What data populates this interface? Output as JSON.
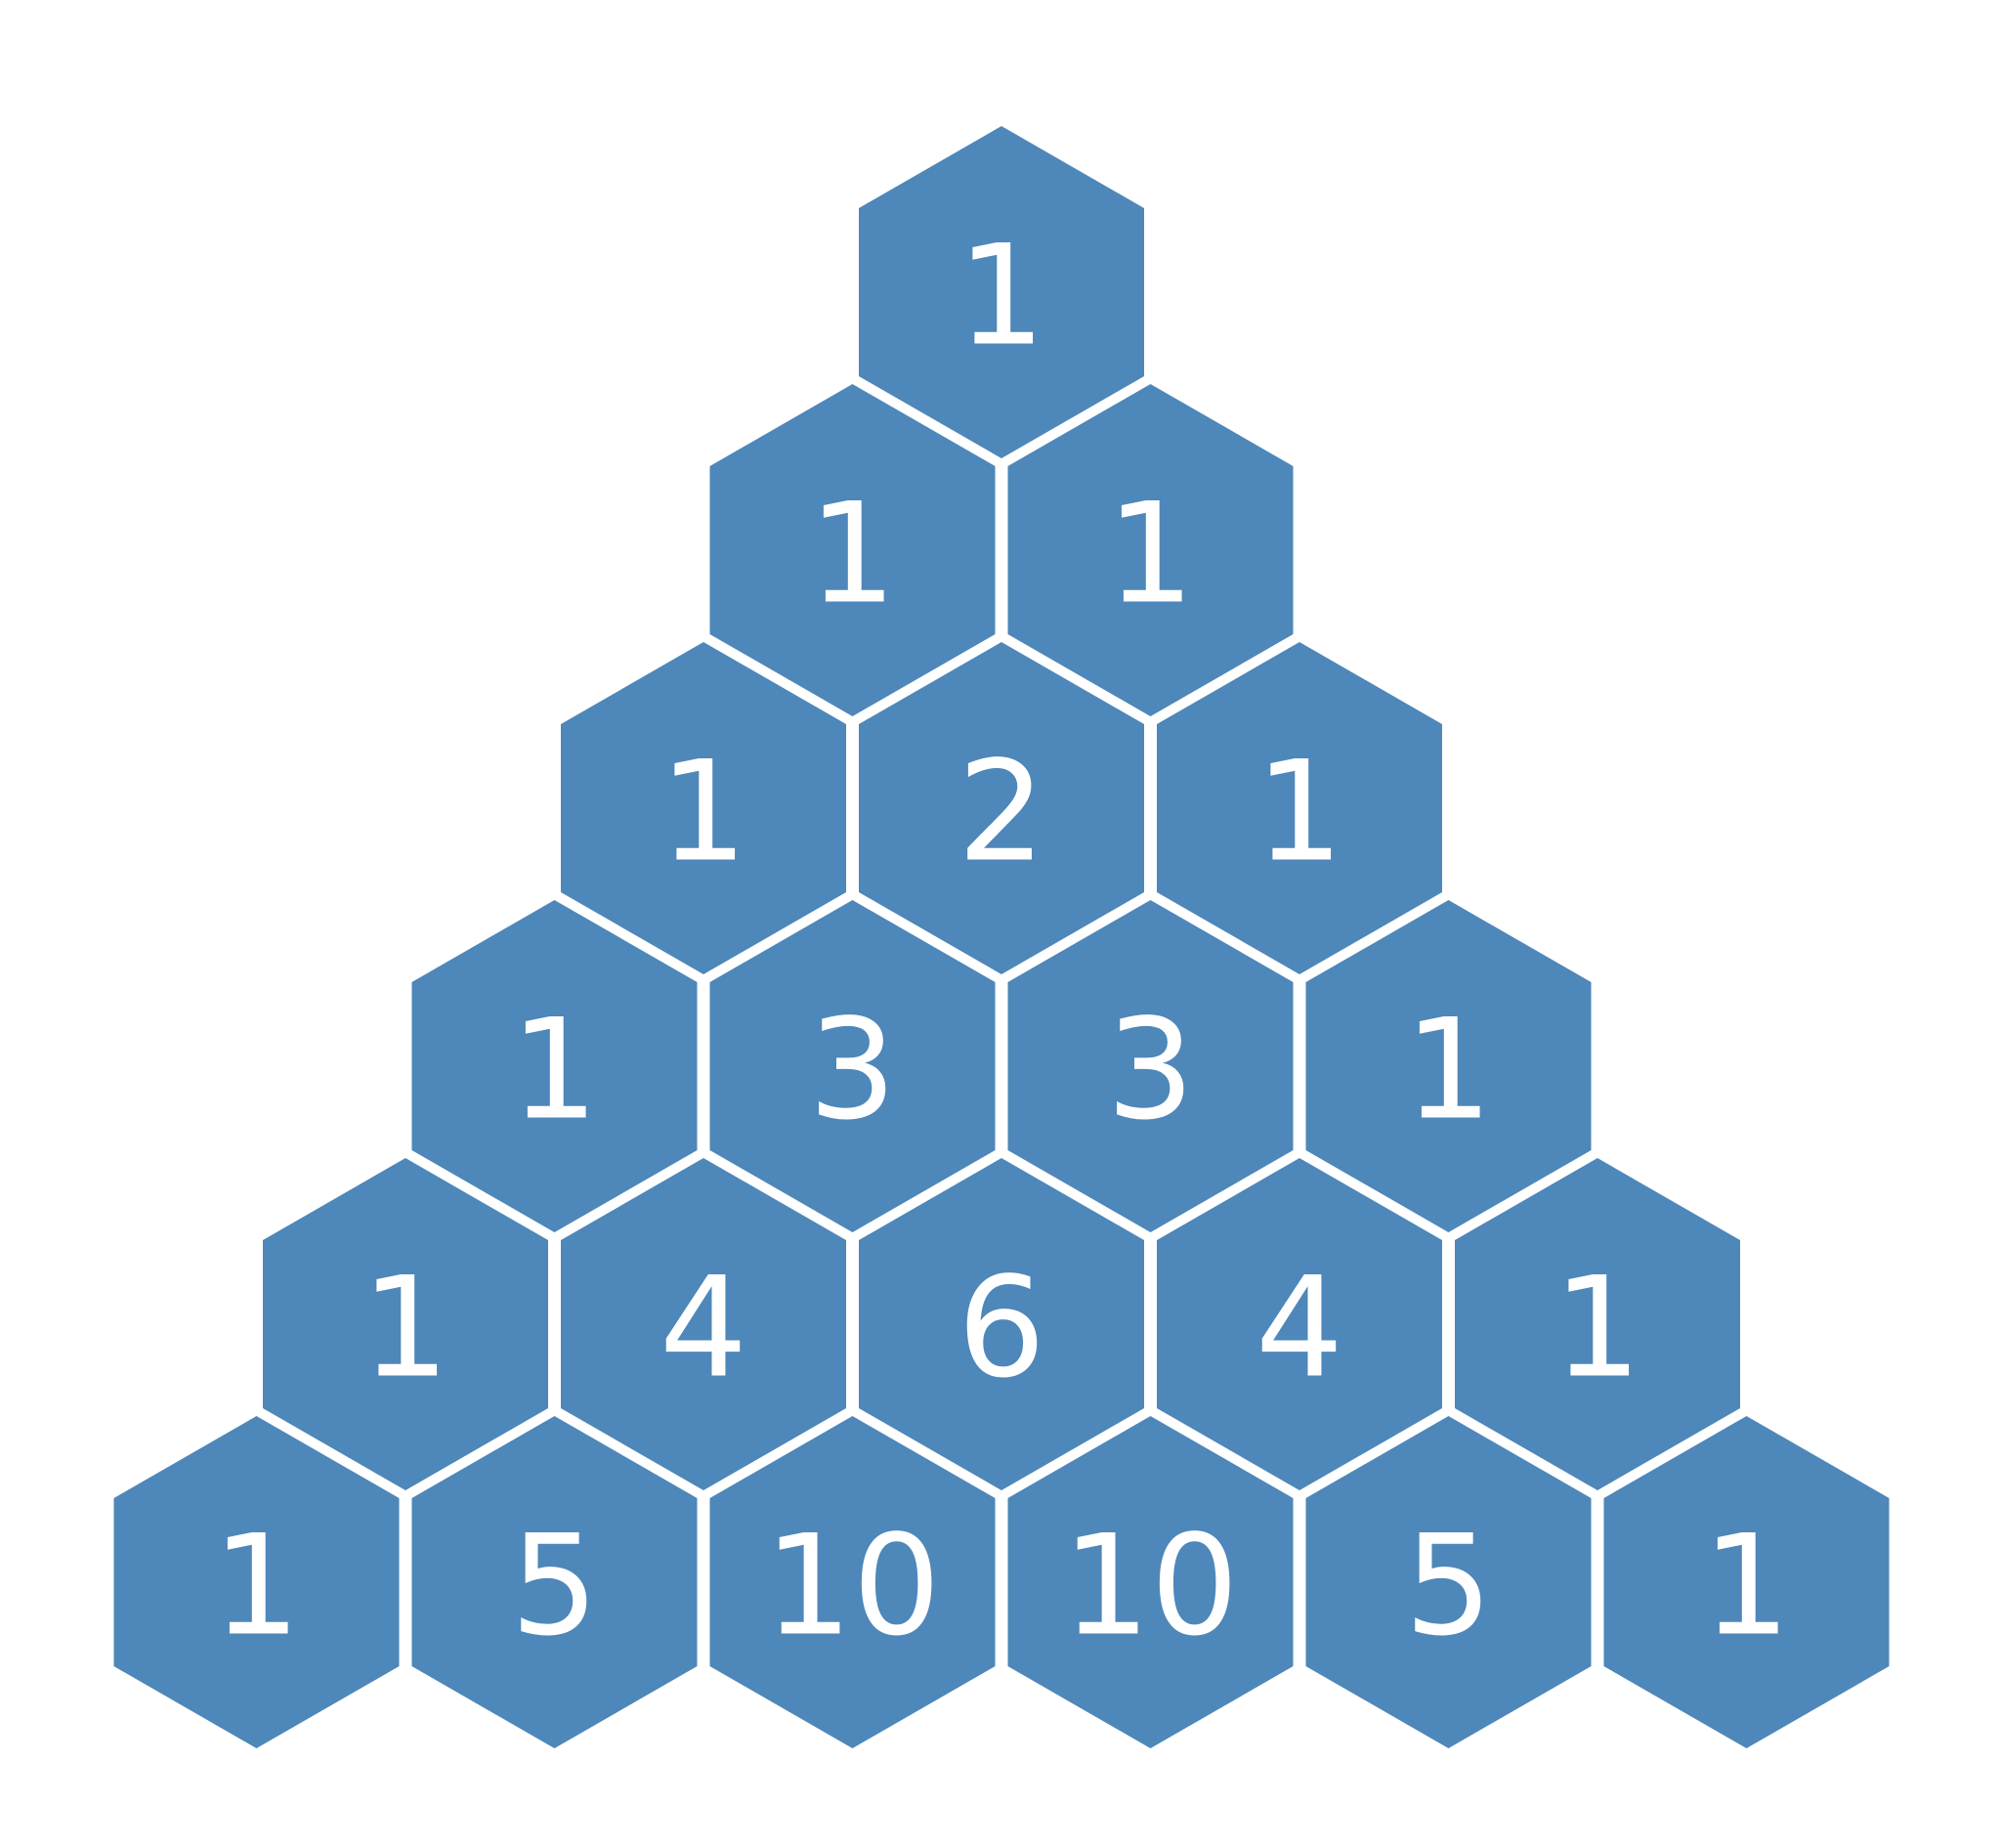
{
  "colors": {
    "background": "#ffffff",
    "hexagon_fill": "#4e87b9",
    "label": "#ffffff"
  },
  "pyramid": {
    "rows": [
      [
        "1"
      ],
      [
        "1",
        "1"
      ],
      [
        "1",
        "2",
        "1"
      ],
      [
        "1",
        "3",
        "3",
        "1"
      ],
      [
        "1",
        "4",
        "6",
        "4",
        "1"
      ],
      [
        "1",
        "5",
        "10",
        "10",
        "5",
        "1"
      ]
    ]
  }
}
